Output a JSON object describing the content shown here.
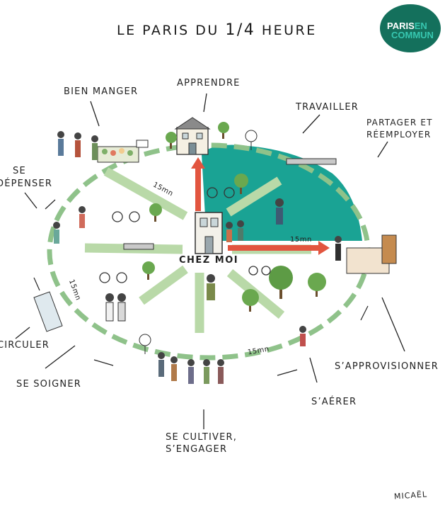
{
  "title": "LE PARIS DU",
  "title_fraction": "1/4",
  "title_end": "HEURE",
  "logo": {
    "line1_a": "PARIS",
    "line1_b": "EN",
    "line2": "COMMUN"
  },
  "center_label": "CHEZ MOI",
  "duration": "15mn",
  "labels": {
    "bien_manger": "BIEN MANGER",
    "apprendre": "APPRENDRE",
    "travailler": "TRAVAILLER",
    "partager_1": "PARTAGER ET",
    "partager_2": "RÉEMPLOYER",
    "se_depenser_1": "SE",
    "se_depenser_2": "DÉPENSER",
    "circuler": "CIRCULER",
    "se_soigner": "SE SOIGNER",
    "approvisionner": "S’APPROVISIONNER",
    "aerer": "S’AÉRER",
    "cultiver_1": "SE CULTIVER,",
    "cultiver_2": "S’ENGAGER"
  },
  "signature": "MICAËL",
  "colors": {
    "teal": "#1aa394",
    "logo": "#14705c",
    "ring_green": "#8fc28a",
    "road": "#b9d9a8",
    "arrow_red": "#e2553f"
  }
}
